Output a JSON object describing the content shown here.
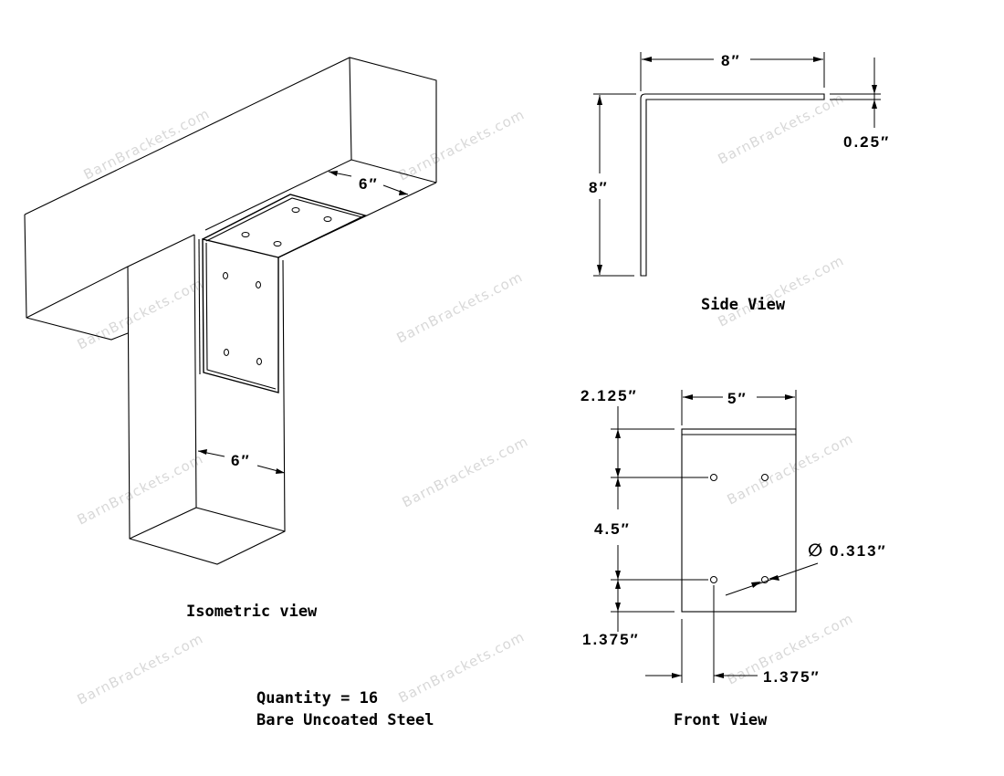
{
  "drawing": {
    "watermark": "BarnBrackets.com",
    "isometric": {
      "title": "Isometric view",
      "dim_top": "6″",
      "dim_post": "6″"
    },
    "side_view": {
      "title": "Side View",
      "dim_width": "8″",
      "dim_height": "8″",
      "dim_thickness": "0.25″"
    },
    "front_view": {
      "title": "Front View",
      "dim_width": "5″",
      "dim_top_offset": "2.125″",
      "dim_hole_spacing": "4.5″",
      "dim_bottom_offset": "1.375″",
      "dim_side_offset": "1.375″",
      "diameter_symbol": "∅",
      "dim_hole_diameter": "0.313″"
    },
    "notes": {
      "quantity": "Quantity = 16",
      "material": "Bare Uncoated Steel"
    }
  },
  "colors": {
    "line": "#000000",
    "background": "#ffffff",
    "watermark": "#d8d8d8"
  }
}
